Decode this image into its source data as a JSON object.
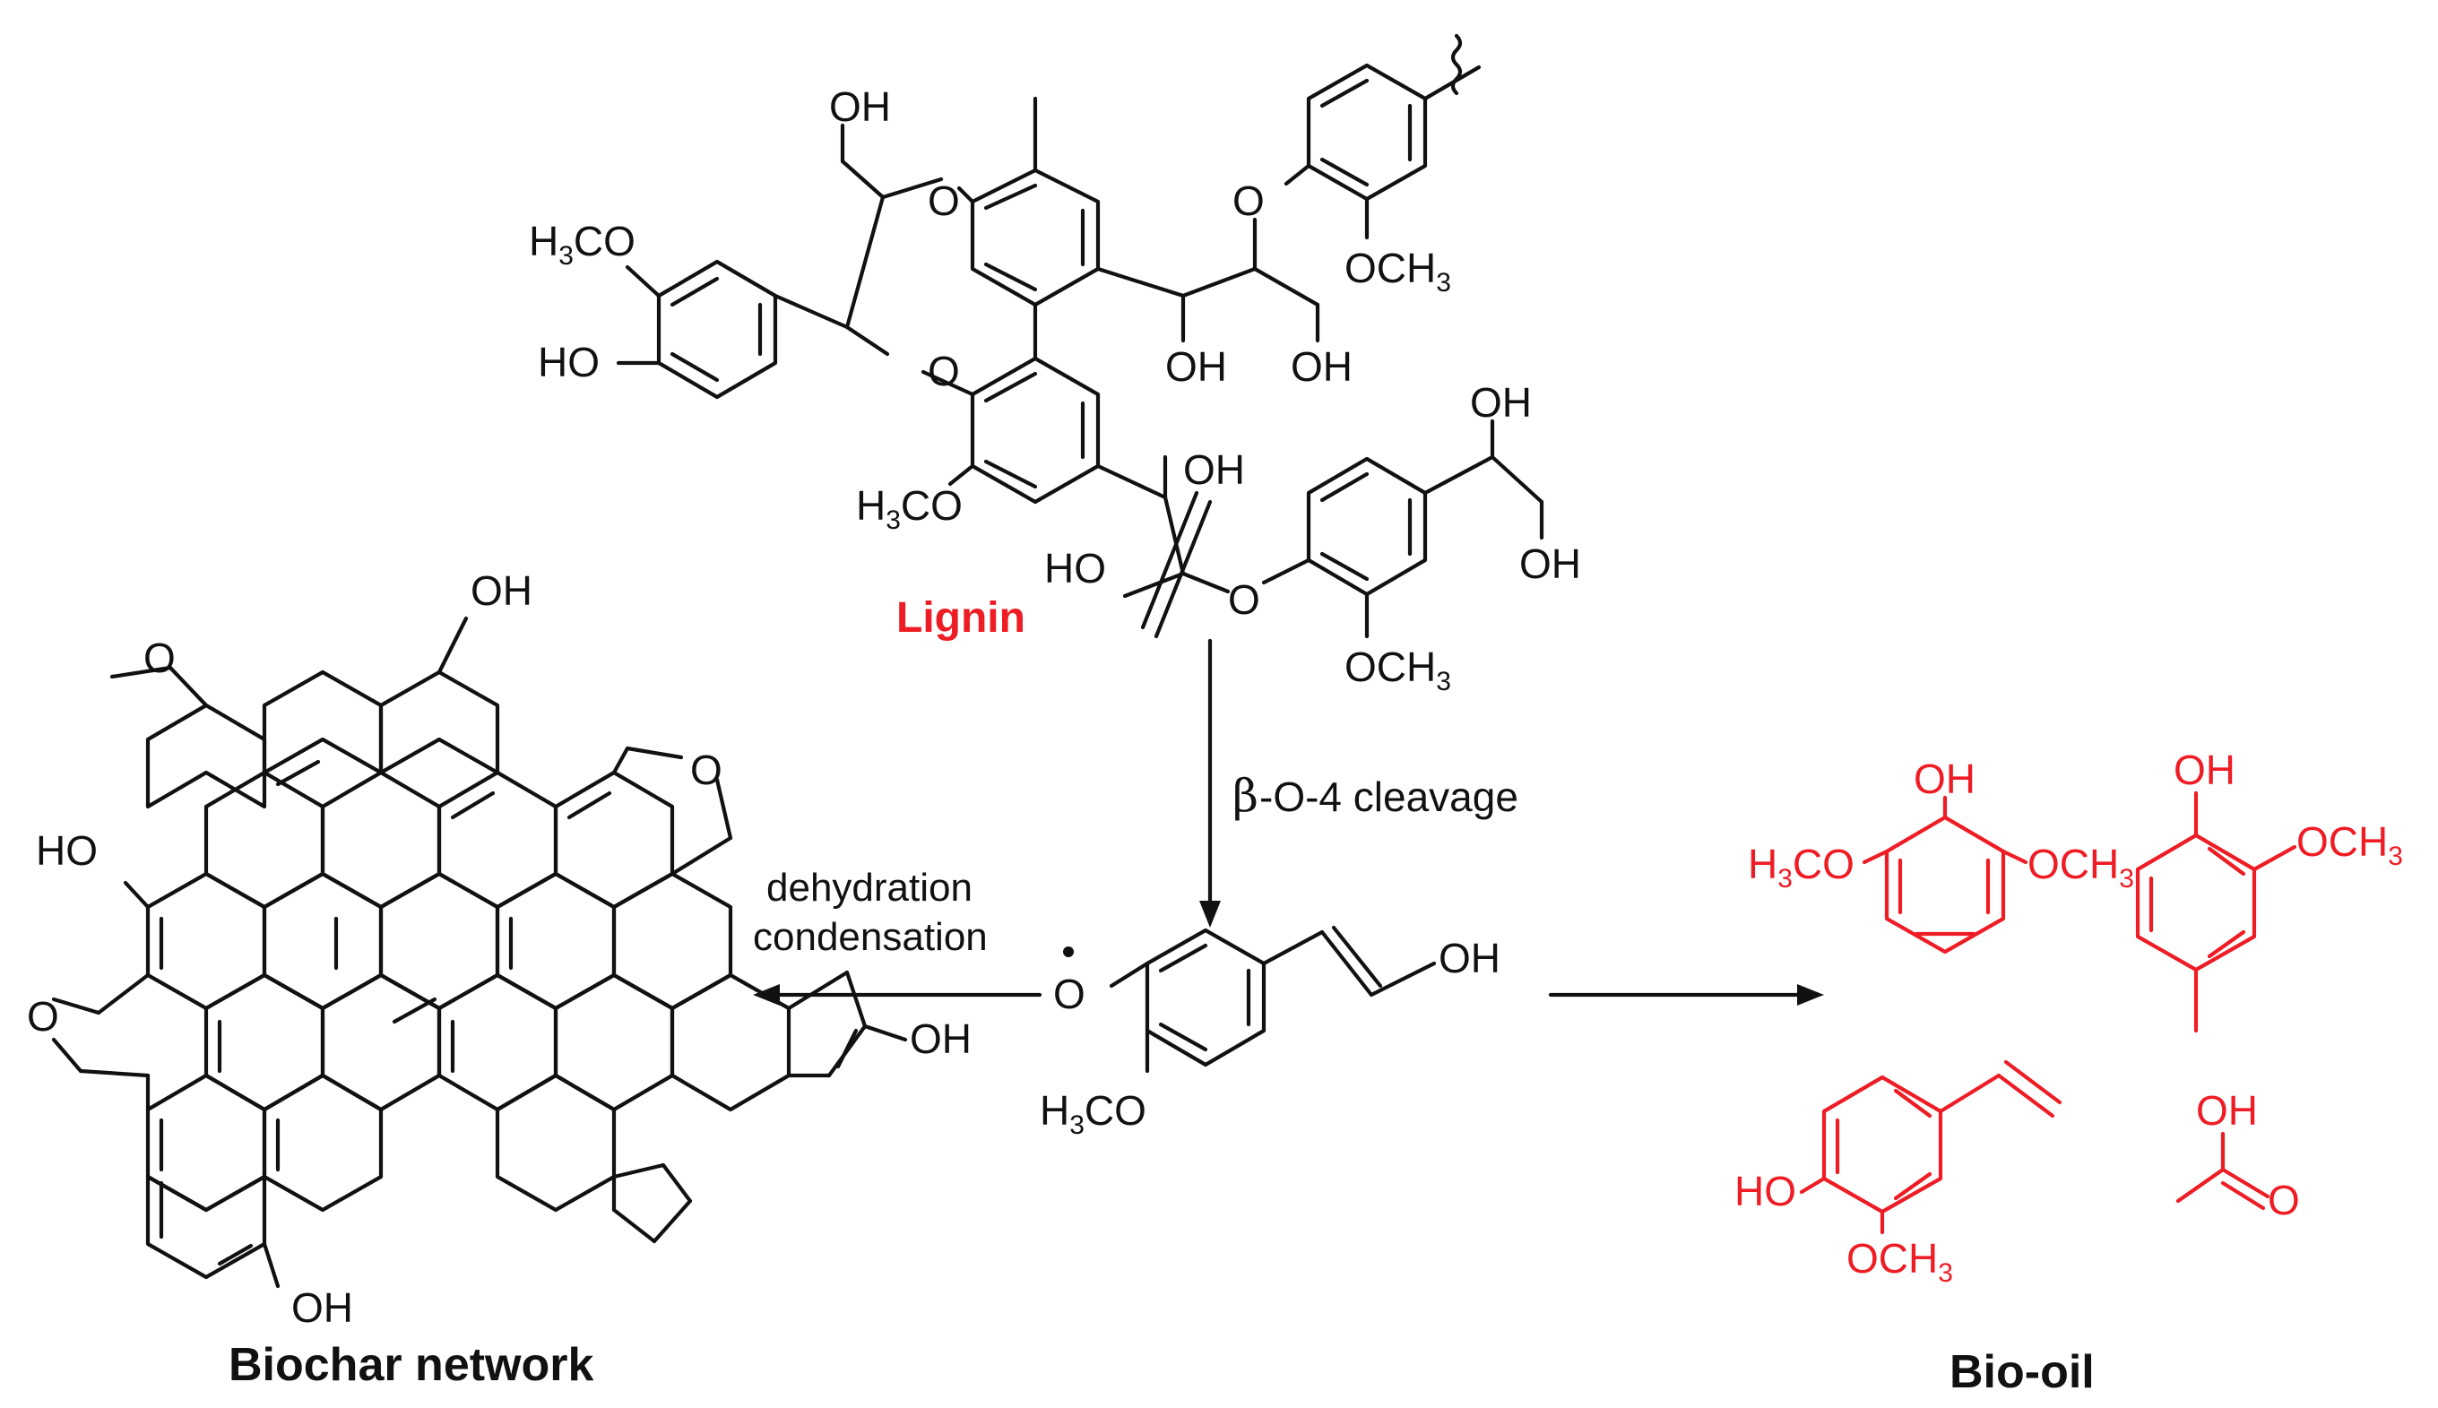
{
  "labels": {
    "lignin_title": "Lignin",
    "biochar_title": "Biochar network",
    "biooil_title": "Bio-oil",
    "cleavage_beta": "β",
    "cleavage_text": "-O-4 cleavage",
    "dehydration": "dehydration",
    "condensation": "condensation"
  },
  "groups": {
    "OH": "OH",
    "HO": "HO",
    "O": "O",
    "H3CO_prefix": "H",
    "H3CO_sub": "3",
    "H3CO_suffix": "CO",
    "OCH3_prefix": "OCH",
    "OCH3_sub": "3"
  },
  "colors": {
    "structure": "#111111",
    "highlight": "#ee1c24"
  }
}
